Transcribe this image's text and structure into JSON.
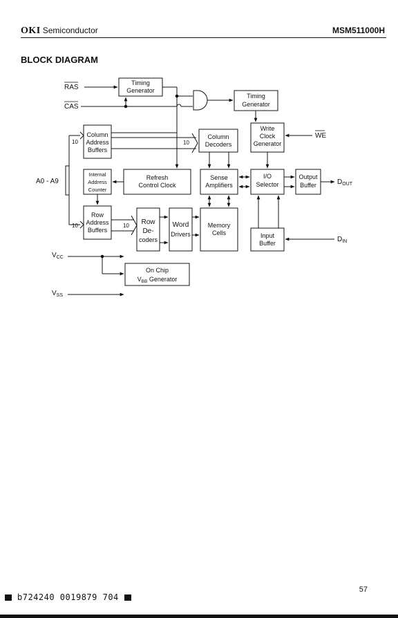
{
  "header": {
    "brand": "OKI",
    "division": "Semiconductor",
    "part_number": "MSM511000H"
  },
  "section_title": "BLOCK DIAGRAM",
  "blocks": {
    "timing_gen_1": [
      "Timing",
      "Generator"
    ],
    "timing_gen_2": [
      "Timing",
      "Generator"
    ],
    "write_clock_gen": [
      "Write",
      "Clock",
      "Generator"
    ],
    "col_addr_buf": [
      "Column",
      "Address",
      "Buffers"
    ],
    "col_decoders": [
      "Column",
      "Decoders"
    ],
    "internal_addr_counter": [
      "Internal",
      "Address",
      "Counter"
    ],
    "refresh_clock": [
      "Refresh",
      "Control Clock"
    ],
    "sense_amps": [
      "Sense",
      "Amplifiers"
    ],
    "io_selector": [
      "I/O",
      "Selector"
    ],
    "output_buffer": [
      "Output",
      "Buffer"
    ],
    "row_addr_buf": [
      "Row",
      "Address",
      "Buffers"
    ],
    "row_decoders": [
      "Row",
      "De-",
      "coders"
    ],
    "word_drivers": [
      "Word",
      "Drivers"
    ],
    "memory_cells": [
      "Memory",
      "Cells"
    ],
    "input_buffer": [
      "Input",
      "Buffer"
    ],
    "vbb_gen": {
      "line1": "On Chip",
      "line2_prefix": "V",
      "line2_sub": "BB",
      "line2_suffix": " Generator"
    }
  },
  "signals": {
    "ras": "RAS",
    "cas": "CAS",
    "we": "WE",
    "addr": "A0 - A9",
    "dout": {
      "main": "D",
      "sub": "OUT"
    },
    "din": {
      "main": "D",
      "sub": "IN"
    },
    "vcc": {
      "main": "V",
      "sub": "CC"
    },
    "vss": {
      "main": "V",
      "sub": "SS"
    }
  },
  "bus_labels": {
    "col_in": "10",
    "col_out": "10",
    "row_in": "10",
    "row_out": "10"
  },
  "footer": {
    "page_number": "57",
    "barcode_text": "b724240 0019879 704"
  }
}
